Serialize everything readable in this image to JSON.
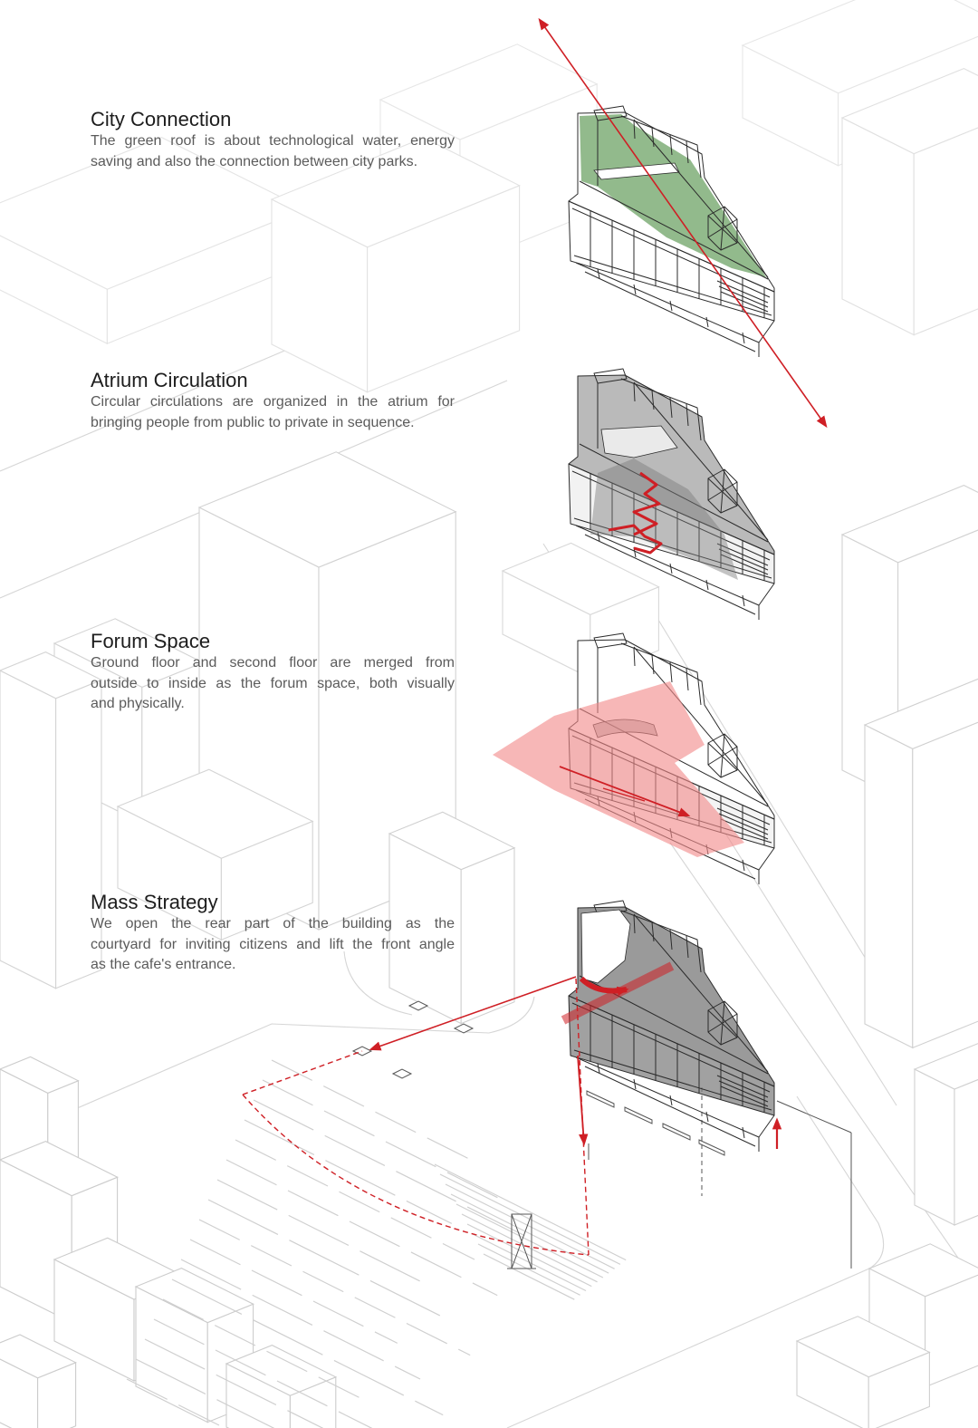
{
  "sections": [
    {
      "title": "City Connection",
      "lines": [
        "The green roof is about technological water, energy",
        "saving and also the connection between city parks."
      ]
    },
    {
      "title": "Atrium Circulation",
      "lines": [
        "Circular circulations are organized in the atrium for",
        "bringing people from public to private in sequence."
      ]
    },
    {
      "title": "Forum Space",
      "lines": [
        "Ground floor and second floor are merged from",
        "outside to inside as the forum space, both visually",
        "and physically."
      ]
    },
    {
      "title": "Mass Strategy",
      "lines": [
        "We open the rear part of the building as the",
        "courtyard for inviting citizens and lift the front angle",
        "as the cafe's entrance."
      ]
    }
  ],
  "colors": {
    "accent_red": "#cf1f25",
    "green_roof": "#86b27f",
    "forum_pink": "#f28a8a",
    "mass_gray": "#7d7d7d",
    "context_gray": "#d3d3d3"
  }
}
